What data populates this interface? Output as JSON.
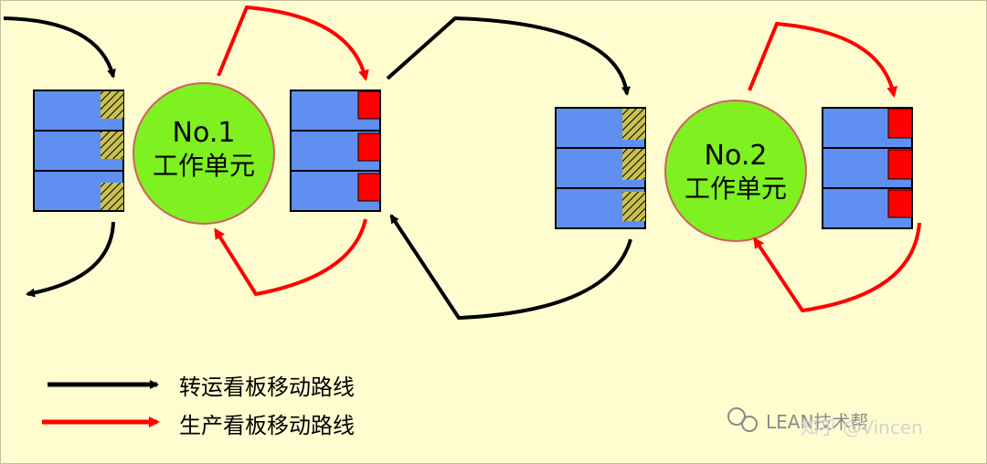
{
  "units": [
    {
      "line1": "No.1",
      "line2": "工作单元"
    },
    {
      "line1": "No.2",
      "line2": "工作单元"
    }
  ],
  "legend": [
    {
      "label": "转运看板移动路线",
      "color": "#000000"
    },
    {
      "label": "生产看板移动路线",
      "color": "#ff0000"
    }
  ],
  "watermark": "LEAN技术帮",
  "watermark_overlay": "知乎 @Vincen",
  "colors": {
    "background": "#fffdd0",
    "box": "#5f8ff0",
    "unit_circle": "#7ff020",
    "unit_border": "#d06060",
    "transfer_kanban": "#000000",
    "production_kanban": "#ff0000",
    "hatched_card": "#c8c050"
  }
}
